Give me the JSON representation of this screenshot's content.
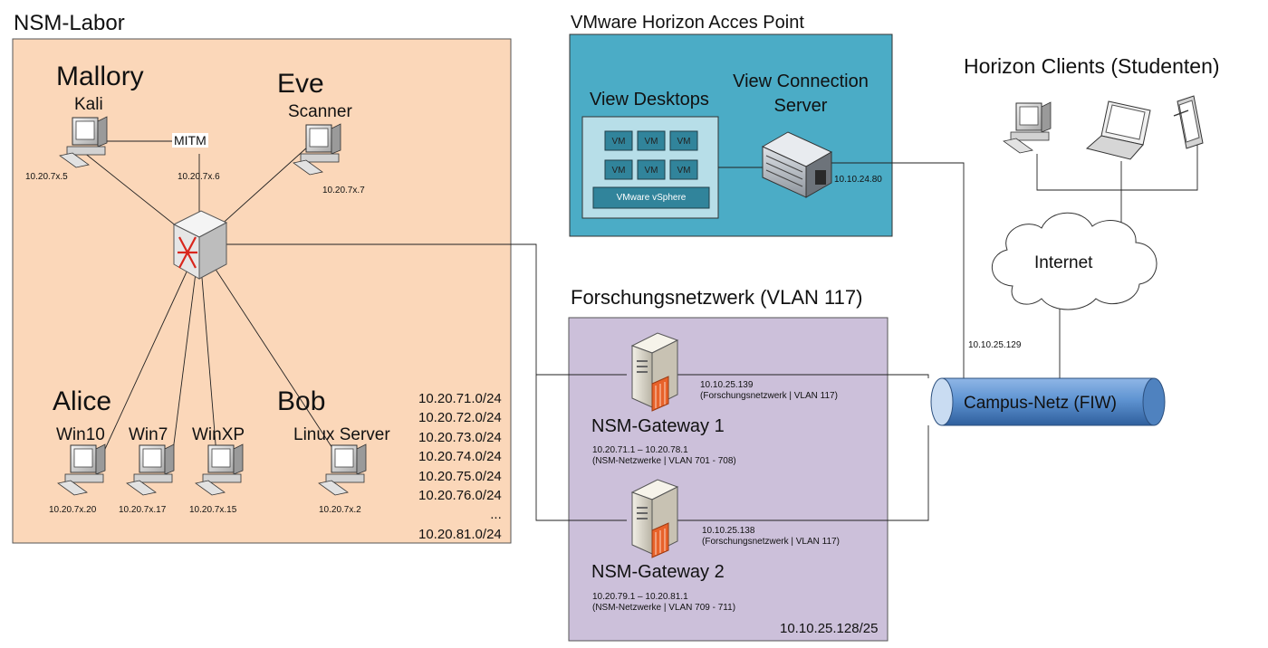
{
  "nsm_labor": {
    "title": "NSM-Labor",
    "attackers": {
      "mallory": {
        "name": "Mallory",
        "host": "Kali",
        "ip": "10.20.7x.5"
      },
      "eve": {
        "name": "Eve",
        "host": "Scanner",
        "ip": "10.20.7x.7"
      },
      "mitm": {
        "label": "MITM",
        "ip": "10.20.7x.6"
      }
    },
    "alice": {
      "name": "Alice",
      "hosts": [
        {
          "label": "Win10",
          "ip": "10.20.7x.20"
        },
        {
          "label": "Win7",
          "ip": "10.20.7x.17"
        },
        {
          "label": "WinXP",
          "ip": "10.20.7x.15"
        }
      ]
    },
    "bob": {
      "name": "Bob",
      "host": "Linux Server",
      "ip": "10.20.7x.2"
    },
    "networks": [
      "10.20.71.0/24",
      "10.20.72.0/24",
      "10.20.73.0/24",
      "10.20.74.0/24",
      "10.20.75.0/24",
      "10.20.76.0/24",
      "...",
      "10.20.81.0/24"
    ]
  },
  "vmware": {
    "title": "VMware Horizon Acces Point",
    "view_desktops": "View Desktops",
    "vm_label": "VM",
    "vsphere": "VMware vSphere",
    "connection_server": [
      "View Connection",
      "Server"
    ],
    "connection_ip": "10.10.24.80"
  },
  "clients": {
    "title": "Horizon Clients (Studenten)"
  },
  "internet": {
    "label": "Internet",
    "uplink_ip": "10.10.25.129"
  },
  "campus": {
    "label": "Campus-Netz (FIW)"
  },
  "forschung": {
    "title": "Forschungsnetzwerk (VLAN 117)",
    "subnet": "10.10.25.128/25",
    "gateways": [
      {
        "name": "NSM-Gateway 1",
        "ext_ip": "10.10.25.139",
        "ext_desc": "(Forschungsnetzwerk | VLAN 117)",
        "int_range": "10.20.71.1 – 10.20.78.1",
        "int_desc": "(NSM-Netzwerke | VLAN 701 - 708)"
      },
      {
        "name": "NSM-Gateway 2",
        "ext_ip": "10.10.25.138",
        "ext_desc": "(Forschungsnetzwerk | VLAN 117)",
        "int_range": "10.20.79.1 – 10.20.81.1",
        "int_desc": "(NSM-Netzwerke | VLAN 709 - 711)"
      }
    ]
  },
  "colors": {
    "labor_bg": "#fbd7b9",
    "vmware_bg": "#4bacc6",
    "forschung_bg": "#ccc0da",
    "campus_pipe": "#5b8fc9"
  }
}
